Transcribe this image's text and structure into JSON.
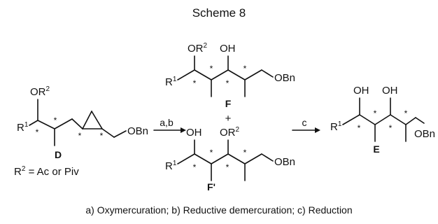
{
  "title": "Scheme 8",
  "footnote": "a) Oxymercuration; b) Reductive demercuration; c) Reduction",
  "r_group_note": {
    "prefix": "R",
    "sup": "2",
    "suffix": " = Ac or Piv"
  },
  "atoms": {
    "R": "R",
    "one": "1",
    "OR": "OR",
    "two": "2",
    "OH": "OH",
    "OBn": "OBn",
    "star": "*"
  },
  "compounds": {
    "D": "D",
    "F": "F",
    "F_prime": "F'",
    "E": "E"
  },
  "plus": "+",
  "arrows": {
    "first": "a,b",
    "second": "c"
  }
}
